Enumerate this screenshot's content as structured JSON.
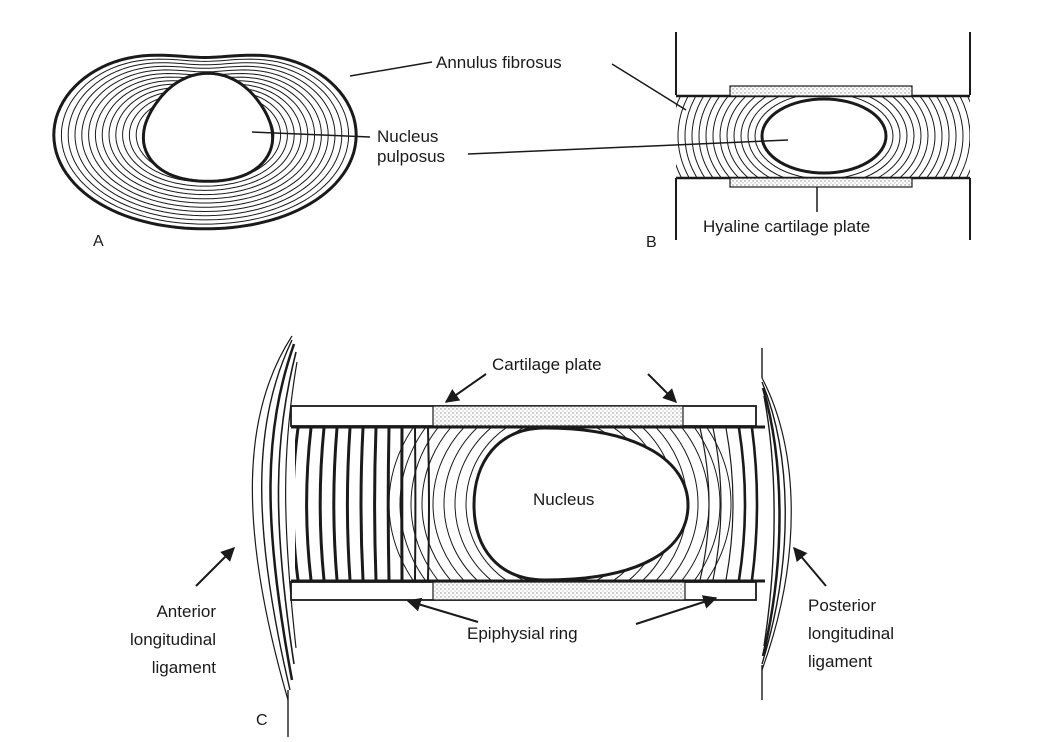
{
  "panels": {
    "a": "A",
    "b": "B",
    "c": "C"
  },
  "labels": {
    "annulus_fibrosus": "Annulus fibrosus",
    "nucleus_pulposus_line1": "Nucleus",
    "nucleus_pulposus_line2": "pulposus",
    "hyaline_cartilage_plate": "Hyaline cartilage plate",
    "cartilage_plate": "Cartilage plate",
    "nucleus": "Nucleus",
    "epiphysial_ring": "Epiphysial ring",
    "anterior_line1": "Anterior",
    "anterior_line2": "longitudinal",
    "anterior_line3": "ligament",
    "posterior_line1": "Posterior",
    "posterior_line2": "longitudinal",
    "posterior_line3": "ligament"
  },
  "colors": {
    "ink": "#1a1a1a",
    "stipple": "#d9d9d9",
    "background": "#ffffff"
  }
}
